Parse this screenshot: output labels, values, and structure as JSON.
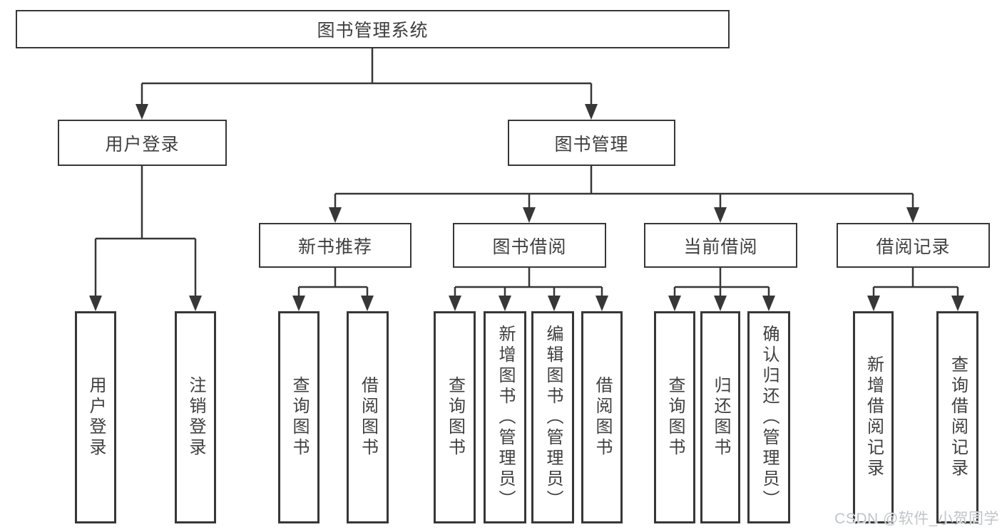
{
  "diagram": {
    "type": "hierarchy-tree",
    "colors": {
      "line": "#373737",
      "box_border": "#373737",
      "text": "#3f3f3f",
      "background": "#ffffff",
      "watermark_text_color": "#c0c4c9"
    },
    "nodes": {
      "root": {
        "label": "图书管理系统",
        "level": 1
      },
      "user_login": {
        "label": "用户登录",
        "level": 2
      },
      "book_management": {
        "label": "图书管理",
        "level": 2
      },
      "new_book_recommend": {
        "label": "新书推荐",
        "level": 3
      },
      "book_borrow": {
        "label": "图书借阅",
        "level": 3
      },
      "current_borrow": {
        "label": "当前借阅",
        "level": 3
      },
      "borrow_record": {
        "label": "借阅记录",
        "level": 3
      },
      "leaf_user_login": {
        "label": "用户登录",
        "level": 4
      },
      "leaf_logout": {
        "label": "注销登录",
        "level": 4
      },
      "leaf_query_book_recommend": {
        "label": "查询图书",
        "level": 4
      },
      "leaf_borrow_book_recommend": {
        "label": "借阅图书",
        "level": 4
      },
      "leaf_query_book_borrow": {
        "label": "查询图书",
        "level": 4
      },
      "leaf_add_book": {
        "label": "新增图书（管理员）",
        "level": 4
      },
      "leaf_edit_book": {
        "label": "编辑图书（管理员）",
        "level": 4
      },
      "leaf_borrow_book": {
        "label": "借阅图书",
        "level": 4
      },
      "leaf_query_book_current": {
        "label": "查询图书",
        "level": 4
      },
      "leaf_return_book": {
        "label": "归还图书",
        "level": 4
      },
      "leaf_confirm_return": {
        "label": "确认归还（管理员）",
        "level": 4
      },
      "leaf_add_borrow_record": {
        "label": "新增借阅记录",
        "level": 4
      },
      "leaf_query_borrow_record": {
        "label": "查询借阅记录",
        "level": 4
      }
    },
    "edges": [
      [
        "root",
        "user_login"
      ],
      [
        "root",
        "book_management"
      ],
      [
        "user_login",
        "leaf_user_login"
      ],
      [
        "user_login",
        "leaf_logout"
      ],
      [
        "book_management",
        "new_book_recommend"
      ],
      [
        "book_management",
        "book_borrow"
      ],
      [
        "book_management",
        "current_borrow"
      ],
      [
        "book_management",
        "borrow_record"
      ],
      [
        "new_book_recommend",
        "leaf_query_book_recommend"
      ],
      [
        "new_book_recommend",
        "leaf_borrow_book_recommend"
      ],
      [
        "book_borrow",
        "leaf_query_book_borrow"
      ],
      [
        "book_borrow",
        "leaf_add_book"
      ],
      [
        "book_borrow",
        "leaf_edit_book"
      ],
      [
        "book_borrow",
        "leaf_borrow_book"
      ],
      [
        "current_borrow",
        "leaf_query_book_current"
      ],
      [
        "current_borrow",
        "leaf_return_book"
      ],
      [
        "current_borrow",
        "leaf_confirm_return"
      ],
      [
        "borrow_record",
        "leaf_add_borrow_record"
      ],
      [
        "borrow_record",
        "leaf_query_borrow_record"
      ]
    ],
    "watermark": "CSDN @软件_小贺同学"
  }
}
